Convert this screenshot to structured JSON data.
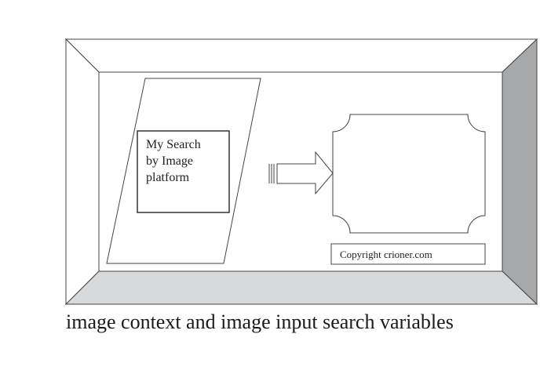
{
  "diagram": {
    "input_box_lines": [
      "My Search",
      "by Image",
      "platform"
    ],
    "copyright": "Copyright crioner.com",
    "caption": "image context and image input search variables"
  },
  "colors": {
    "frame_stroke": "#444444",
    "right_bevel": "#a7a8aa",
    "bottom_bevel": "#d8d9da",
    "background": "#ffffff"
  }
}
